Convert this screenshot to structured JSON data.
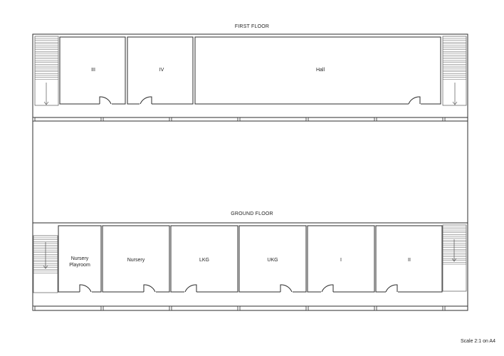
{
  "first_floor": {
    "title": "FIRST FLOOR",
    "rooms": {
      "iii": "III",
      "iv": "IV",
      "hall": "Hall"
    }
  },
  "ground_floor": {
    "title": "GROUND FLOOR",
    "rooms": {
      "nursery_playroom_line1": "Nursery",
      "nursery_playroom_line2": "Playroom",
      "nursery": "Nursery",
      "lkg": "LKG",
      "ukg": "UKG",
      "i": "I",
      "ii": "II"
    }
  },
  "scale_note": "Scale 2:1 on A4",
  "colors": {
    "line": "#2b2b2b",
    "background": "#ffffff"
  }
}
